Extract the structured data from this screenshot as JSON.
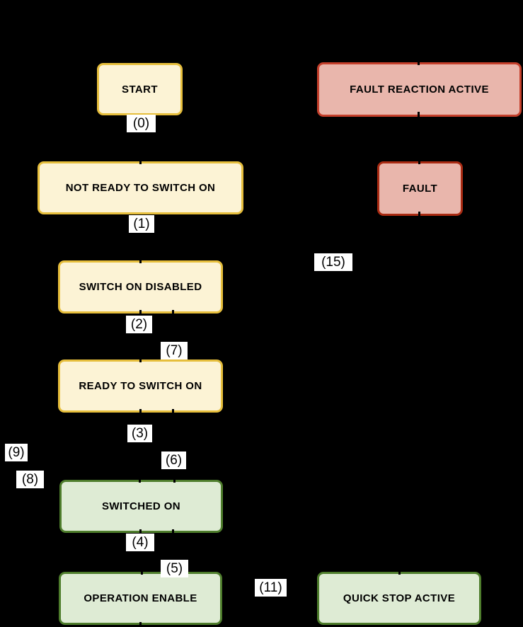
{
  "diagram": {
    "background_color": "#000000",
    "states": [
      {
        "id": "start",
        "label": "START",
        "scheme": "yellow"
      },
      {
        "id": "fault-reaction-active",
        "label": "FAULT REACTION ACTIVE",
        "scheme": "red"
      },
      {
        "id": "not-ready-to-switch-on",
        "label": "NOT READY TO SWITCH ON",
        "scheme": "yellow"
      },
      {
        "id": "fault",
        "label": "FAULT",
        "scheme": "red-dark"
      },
      {
        "id": "switch-on-disabled",
        "label": "SWITCH ON DISABLED",
        "scheme": "yellow"
      },
      {
        "id": "ready-to-switch-on",
        "label": "READY TO SWITCH ON",
        "scheme": "yellow"
      },
      {
        "id": "switched-on",
        "label": "SWITCHED ON",
        "scheme": "green"
      },
      {
        "id": "operation-enable",
        "label": "OPERATION ENABLE",
        "scheme": "green"
      },
      {
        "id": "quick-stop-active",
        "label": "QUICK STOP ACTIVE",
        "scheme": "green"
      }
    ],
    "transition_labels": {
      "t0": "(0)",
      "t1": "(1)",
      "t2": "(2)",
      "t3": "(3)",
      "t4": "(4)",
      "t5": "(5)",
      "t6": "(6)",
      "t7": "(7)",
      "t8": "(8)",
      "t9": "(9)",
      "t11": "(11)",
      "t15": "(15)"
    },
    "colors": {
      "yellow_fill": "#FCF3D5",
      "yellow_border": "#E6BE3C",
      "red_fill": "#E9B6AC",
      "red_border": "#C5402C",
      "red_border_dark": "#AA2B13",
      "green_fill": "#DEEBD4",
      "green_border": "#4E7D2C",
      "label_chip_bg": "#FFFFFF",
      "text_color": "#000000"
    }
  }
}
